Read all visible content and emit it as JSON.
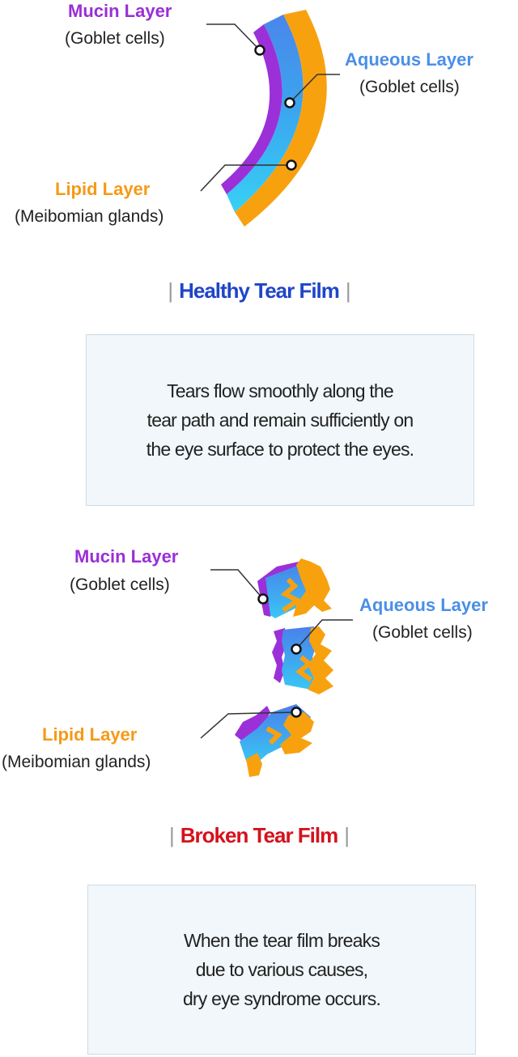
{
  "healthy": {
    "mucin_title": "Mucin Layer",
    "mucin_sub": "(Goblet cells)",
    "aqueous_title": "Aqueous Layer",
    "aqueous_sub": "(Goblet cells)",
    "lipid_title": "Lipid Layer",
    "lipid_sub": "(Meibomian glands)",
    "heading": "Healthy Tear Film",
    "description": "Tears flow smoothly along the\ntear path and remain sufficiently on\nthe eye surface to protect the eyes."
  },
  "broken": {
    "mucin_title": "Mucin Layer",
    "mucin_sub": "(Goblet cells)",
    "aqueous_title": "Aqueous Layer",
    "aqueous_sub": "(Goblet cells)",
    "lipid_title": "Lipid Layer",
    "lipid_sub": "(Meibomian glands)",
    "heading": "Broken Tear Film",
    "description": "When the tear film breaks\ndue to various causes,\ndry eye syndrome occurs."
  },
  "colors": {
    "mucin": "#9a2fd6",
    "aqueous": "#4a8fe8",
    "aqueous_light": "#37c7f4",
    "lipid": "#f59a16",
    "healthy_heading": "#1f45c8",
    "broken_heading": "#d4121c"
  },
  "heading_separator": "|"
}
